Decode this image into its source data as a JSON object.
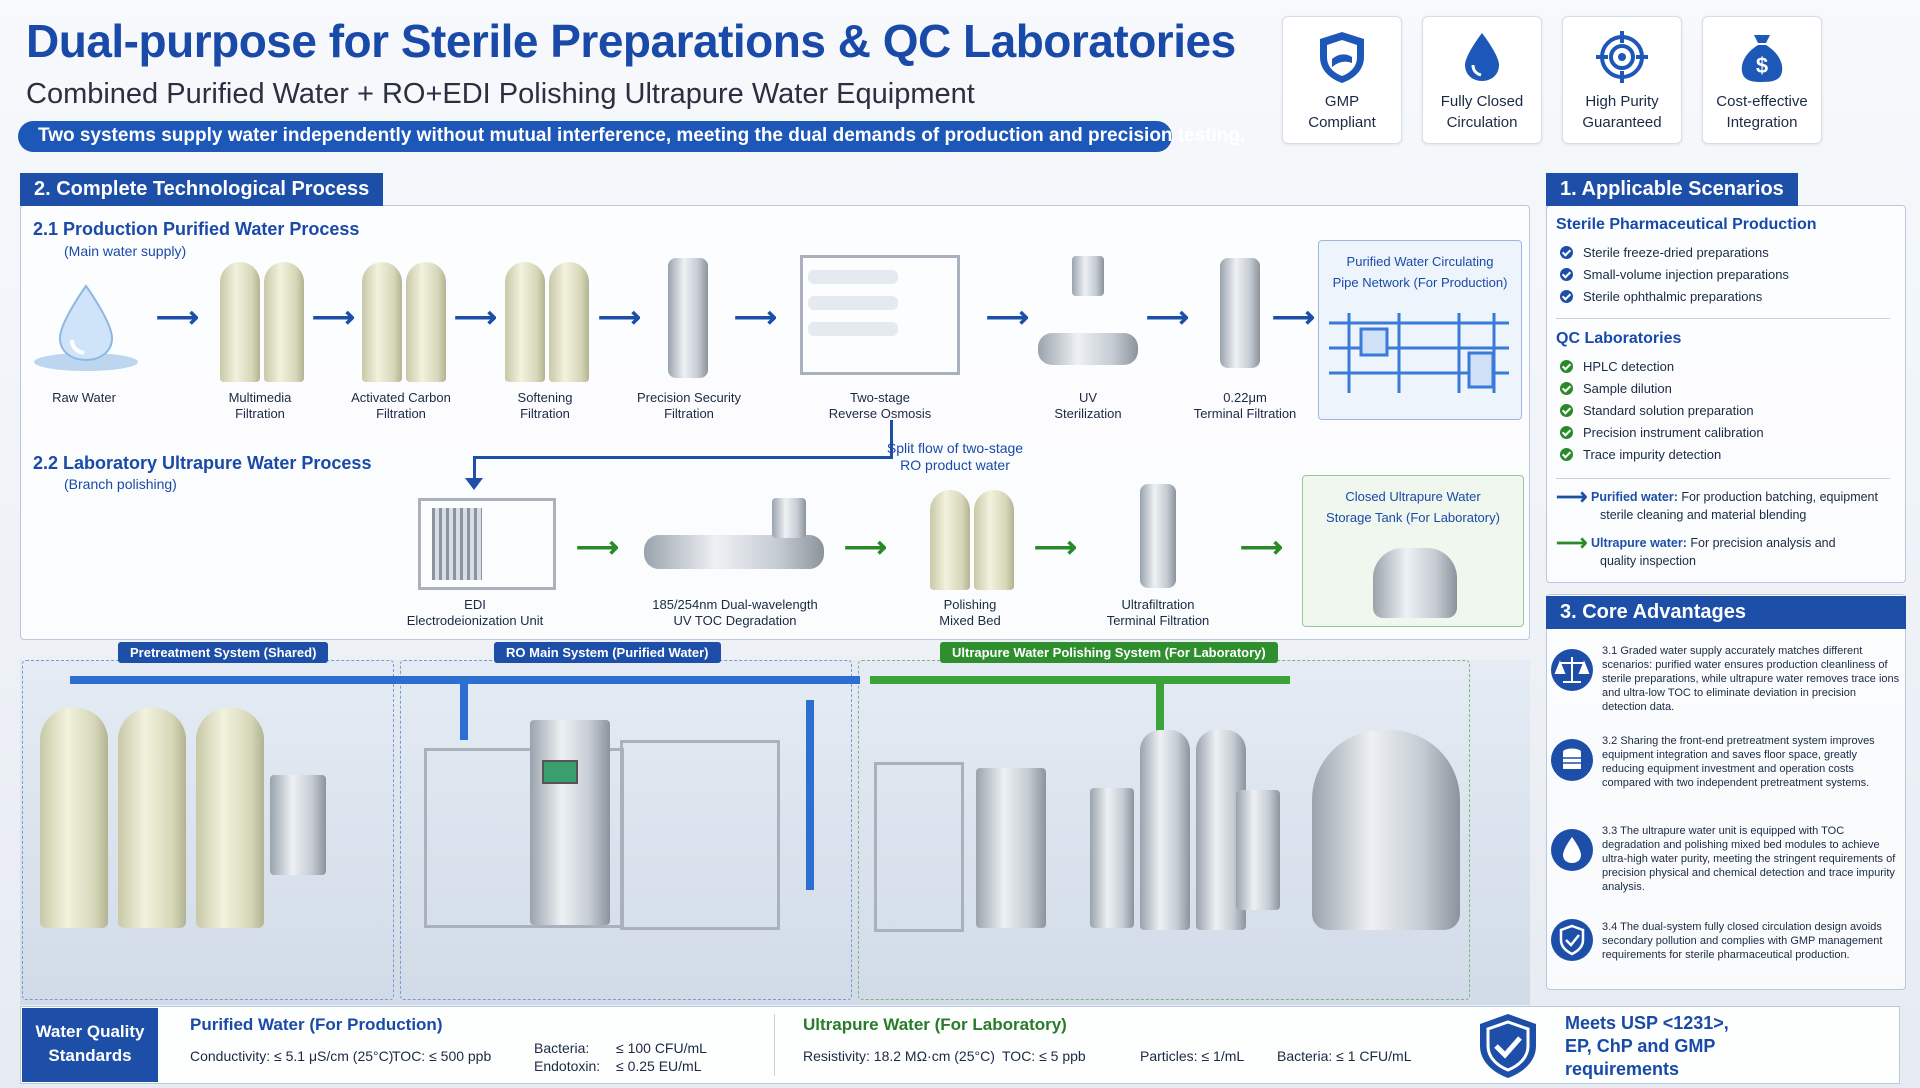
{
  "header": {
    "title": "Dual-purpose for Sterile Preparations & QC Laboratories",
    "subtitle": "Combined Purified Water + RO+EDI Polishing Ultrapure Water Equipment",
    "tagline": "Two systems supply water independently without mutual interference, meeting the dual demands of production and precision testing."
  },
  "badges": [
    {
      "icon": "shield-icon",
      "line1": "GMP",
      "line2": "Compliant"
    },
    {
      "icon": "water-drop-icon",
      "line1": "Fully Closed",
      "line2": "Circulation"
    },
    {
      "icon": "target-icon",
      "line1": "High Purity",
      "line2": "Guaranteed"
    },
    {
      "icon": "money-bag-icon",
      "line1": "Cost-effective",
      "line2": "Integration"
    }
  ],
  "process": {
    "heading": "2. Complete Technological Process",
    "production": {
      "title": "2.1 Production Purified Water Process",
      "note": "(Main water supply)",
      "steps": [
        {
          "l1": "Raw Water",
          "l2": ""
        },
        {
          "l1": "Multimedia",
          "l2": "Filtration"
        },
        {
          "l1": "Activated Carbon",
          "l2": "Filtration"
        },
        {
          "l1": "Softening",
          "l2": "Filtration"
        },
        {
          "l1": "Precision Security",
          "l2": "Filtration"
        },
        {
          "l1": "Two-stage",
          "l2": "Reverse Osmosis"
        },
        {
          "l1": "UV",
          "l2": "Sterilization"
        },
        {
          "l1": "0.22μm",
          "l2": "Terminal Filtration"
        }
      ],
      "end": {
        "l1": "Purified Water Circulating",
        "l2": "Pipe Network (For Production)"
      }
    },
    "split": {
      "l1": "Split flow of two-stage",
      "l2": "RO product water"
    },
    "lab": {
      "title": "2.2 Laboratory Ultrapure Water Process",
      "note": "(Branch polishing)",
      "steps": [
        {
          "l1": "EDI",
          "l2": "Electrodeionization Unit"
        },
        {
          "l1": "185/254nm Dual-wavelength",
          "l2": "UV TOC Degradation"
        },
        {
          "l1": "Polishing",
          "l2": "Mixed Bed"
        },
        {
          "l1": "Ultrafiltration",
          "l2": "Terminal Filtration"
        }
      ],
      "end": {
        "l1": "Closed Ultrapure Water",
        "l2": "Storage Tank (For Laboratory)"
      }
    }
  },
  "systems": {
    "pretreatment": "Pretreatment System (Shared)",
    "ro": "RO Main System (Purified Water)",
    "polishing": "Ultrapure Water Polishing System (For Laboratory)"
  },
  "scenarios": {
    "heading": "1. Applicable Scenarios",
    "sterile": {
      "title": "Sterile Pharmaceutical Production",
      "items": [
        "Sterile freeze-dried preparations",
        "Small-volume injection preparations",
        "Sterile ophthalmic preparations"
      ]
    },
    "qc": {
      "title": "QC Laboratories",
      "items": [
        "HPLC detection",
        "Sample dilution",
        "Standard solution preparation",
        "Precision instrument calibration",
        "Trace impurity detection"
      ]
    },
    "legend": [
      {
        "key": "Purified water:",
        "text1": " For production batching, equipment",
        "text2": "sterile cleaning and material blending",
        "color": "#1d4fa8"
      },
      {
        "key": "Ultrapure water:",
        "text1": " For precision analysis and",
        "text2": "quality inspection",
        "color": "#2a8a2a"
      }
    ]
  },
  "advantages": {
    "heading": "3. Core Advantages",
    "items": [
      {
        "icon": "balance-scale-icon",
        "text": "3.1 Graded water supply accurately matches different scenarios: purified water ensures production cleanliness of sterile preparations, while ultrapure water removes trace ions and ultra-low TOC to eliminate deviation in precision detection data."
      },
      {
        "icon": "coins-icon",
        "text": "3.2 Sharing the front-end pretreatment system improves equipment integration and saves floor space, greatly reducing equipment investment and operation costs compared with two independent pretreatment systems."
      },
      {
        "icon": "water-drop-icon",
        "text": "3.3 The ultrapure water unit is equipped with TOC degradation and polishing mixed bed modules to achieve ultra-high water purity, meeting the stringent requirements of precision physical and chemical detection and trace impurity analysis."
      },
      {
        "icon": "shield-check-icon",
        "text": "3.4 The dual-system fully closed circulation design avoids secondary pollution and complies with GMP management requirements for sterile pharmaceutical production."
      }
    ]
  },
  "standards": {
    "label1": "Water Quality",
    "label2": "Standards",
    "purified": {
      "title": "Purified Water (For Production)",
      "conductivity": "Conductivity: ≤ 5.1 μS/cm (25°C)",
      "toc": "TOC: ≤ 500 ppb",
      "bacteria_k": "Bacteria:",
      "bacteria_v": "≤ 100 CFU/mL",
      "endotoxin_k": "Endotoxin:",
      "endotoxin_v": "≤ 0.25 EU/mL"
    },
    "ultrapure": {
      "title": "Ultrapure Water (For Laboratory)",
      "resistivity": "Resistivity: 18.2 MΩ·cm (25°C)",
      "toc": "TOC: ≤ 5 ppb",
      "particles": "Particles: ≤ 1/mL",
      "bacteria": "Bacteria: ≤ 1 CFU/mL"
    },
    "meets1": "Meets USP <1231>,",
    "meets2": "EP, ChP and GMP",
    "meets3": "requirements"
  }
}
